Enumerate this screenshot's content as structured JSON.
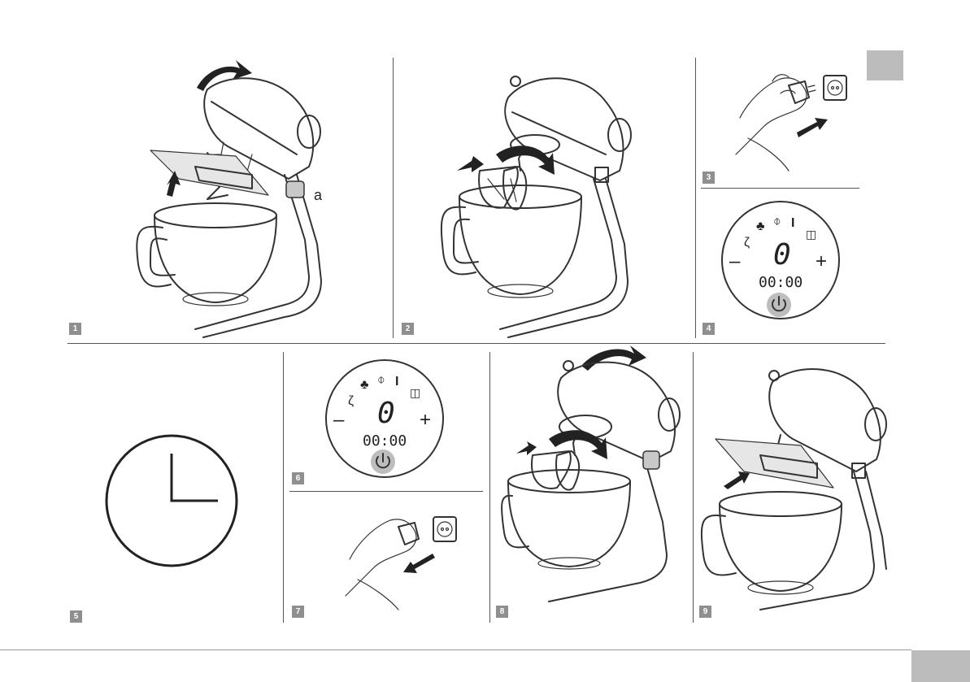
{
  "header_tab": {
    "color": "#bcbcbc"
  },
  "footer_tab": {
    "color": "#bcbcbc"
  },
  "steps": [
    {
      "number": "1",
      "callout": "a"
    },
    {
      "number": "2"
    },
    {
      "number": "3"
    },
    {
      "number": "4",
      "display": {
        "speed": "0",
        "timer": "00:00",
        "minus": "–",
        "plus": "+"
      }
    },
    {
      "number": "5"
    },
    {
      "number": "6",
      "display": {
        "speed": "0",
        "timer": "00:00",
        "minus": "–",
        "plus": "+"
      }
    },
    {
      "number": "7"
    },
    {
      "number": "8"
    },
    {
      "number": "9"
    }
  ],
  "icons": [
    "power-icon",
    "dough-hook-icon",
    "beater-icon",
    "whisk-icon",
    "blender-icon",
    "cup-icon",
    "clock-icon",
    "arrow-icon",
    "socket-icon",
    "plug-icon"
  ]
}
